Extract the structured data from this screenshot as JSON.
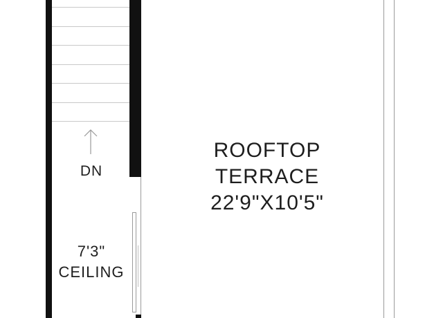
{
  "rooms": {
    "terrace": {
      "name_line1": "ROOFTOP",
      "name_line2": "TERRACE",
      "dimensions": "22'9\"X10'5\""
    },
    "hall": {
      "height_line1": "7'3\"",
      "height_line2": "CEILING"
    }
  },
  "stairs": {
    "direction_label": "DN",
    "arrow_icon": "up-arrow-icon",
    "tread_count": 7
  },
  "colors": {
    "wall": "#111111",
    "text": "#1e1e1e",
    "background": "#ffffff"
  }
}
